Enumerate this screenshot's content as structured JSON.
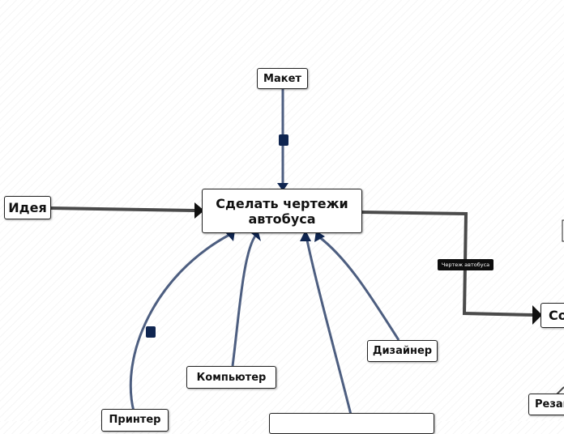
{
  "diagram": {
    "central": "Сделать чертежи автобуса",
    "nodes": {
      "maket": "Макет",
      "ideya": "Идея",
      "dizayner": "Дизайнер",
      "kompyuter": "Компьютер",
      "printer": "Принтер",
      "right_cut": "Со",
      "bottom_right_cut": "Резак"
    },
    "edge_label": "Чертеж автобуса",
    "colors": {
      "dark_edge": "#4a4a4a",
      "blue_edge": "#4d5e80",
      "marker": "#0f2550"
    }
  }
}
